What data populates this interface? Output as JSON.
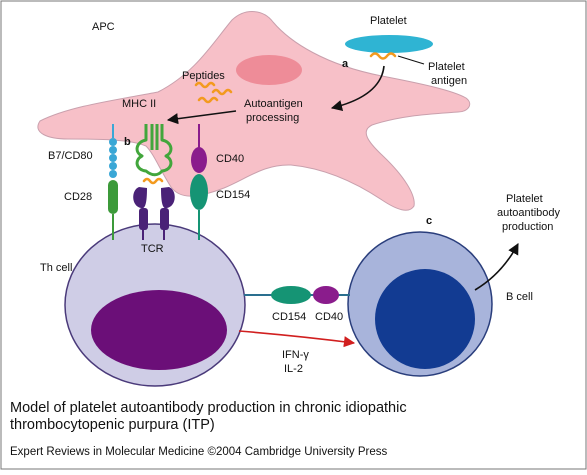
{
  "labels": {
    "apc": "APC",
    "platelet": "Platelet",
    "platelet_antigen_1": "Platelet",
    "platelet_antigen_2": "antigen",
    "step_a": "a",
    "step_b": "b",
    "step_c": "c",
    "peptides": "Peptides",
    "mhc2": "MHC II",
    "autoantigen_1": "Autoantigen",
    "autoantigen_2": "processing",
    "b7cd80": "B7/CD80",
    "cd28": "CD28",
    "cd40_top": "CD40",
    "cd154_top": "CD154",
    "tcr": "TCR",
    "th_cell": "Th cell",
    "cd154_mid": "CD154",
    "cd40_mid": "CD40",
    "cytokine_1": "IFN-γ",
    "cytokine_2": "IL-2",
    "b_cell": "B cell",
    "output_1": "Platelet",
    "output_2": "autoantibody",
    "output_3": "production"
  },
  "caption": {
    "line1": "Model of platelet autoantibody production in chronic idiopathic",
    "line2": "thrombocytopenic purpura (ITP)"
  },
  "credit": "Expert Reviews in Molecular Medicine ©2004 Cambridge University Press",
  "colors": {
    "apc_fill": "#f7c0c8",
    "apc_nucleus": "#ee8c98",
    "platelet": "#2fb4d3",
    "antigen": "#f39a1e",
    "th_cell": "#cfcde6",
    "th_nucleus": "#6b0f78",
    "b_cell": "#a8b4db",
    "b_nucleus": "#123b92",
    "b7": "#3aa7d6",
    "cd28": "#3c9a3a",
    "tcr": "#4a2277",
    "mhc": "#42a63c",
    "cd40": "#8a1c8c",
    "cd154": "#159474",
    "signal_arrow": "#d11f1f"
  }
}
